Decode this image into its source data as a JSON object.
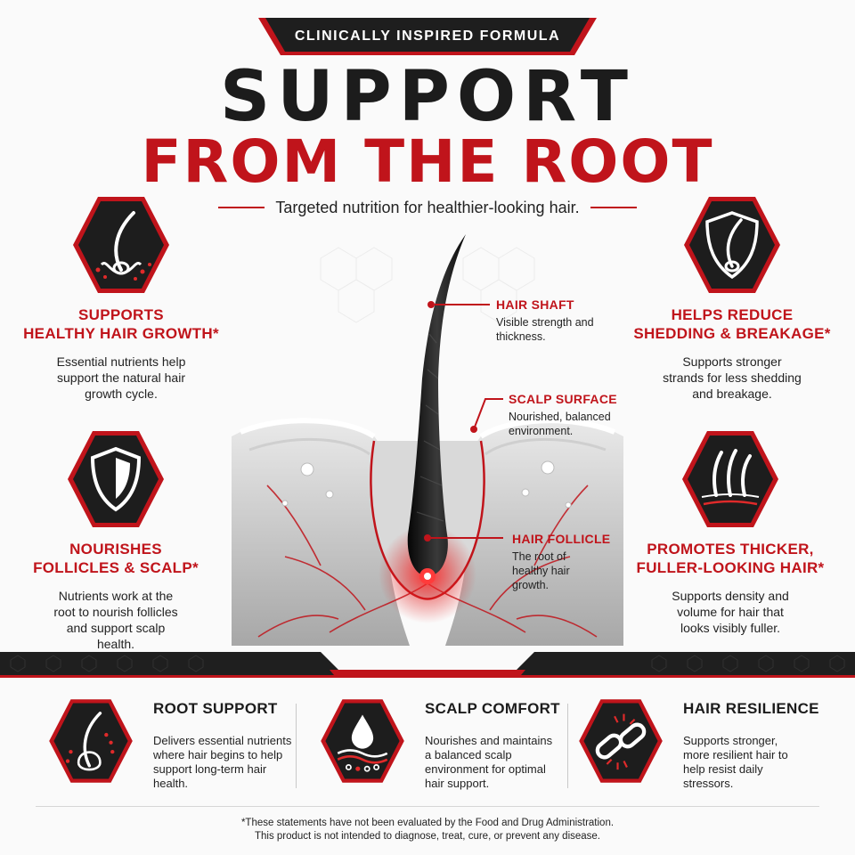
{
  "badge": {
    "text": "CLINICALLY INSPIRED FORMULA"
  },
  "title": {
    "line1": "SUPPORT",
    "line2": "FROM THE ROOT"
  },
  "tagline": "Targeted nutrition for healthier-looking hair.",
  "features_left": [
    {
      "icon": "hair-follicle-icon",
      "title_line1": "SUPPORTS",
      "title_line2": "HEALTHY HAIR GROWTH*",
      "desc": "Essential nutrients help support the natural hair growth cycle."
    },
    {
      "icon": "shield-icon",
      "title_line1": "NOURISHES",
      "title_line2": "FOLLICLES & SCALP*",
      "desc": "Nutrients work at the root to nourish follicles and support scalp health."
    }
  ],
  "features_right": [
    {
      "icon": "hair-shield-icon",
      "title_line1": "HELPS REDUCE",
      "title_line2": "SHEDDING & BREAKAGE*",
      "desc": "Supports stronger strands for less shedding and breakage."
    },
    {
      "icon": "thick-hair-strands-icon",
      "title_line1": "PROMOTES THICKER,",
      "title_line2": "FULLER-LOOKING HAIR*",
      "desc": "Supports density and volume for hair that looks visibly fuller."
    }
  ],
  "callouts": [
    {
      "title": "HAIR SHAFT",
      "desc": "Visible strength and thickness."
    },
    {
      "title": "SCALP SURFACE",
      "desc": "Nourished, balanced environment."
    },
    {
      "title": "HAIR FOLLICLE",
      "desc": "The root of healthy hair growth."
    }
  ],
  "bottom": [
    {
      "icon": "root-support-icon",
      "title": "ROOT SUPPORT",
      "desc": "Delivers essential nutrients where hair begins to help support long-term hair health."
    },
    {
      "icon": "droplet-scalp-icon",
      "title": "SCALP COMFORT",
      "desc": "Nourishes and maintains a balanced scalp environment for optimal hair support."
    },
    {
      "icon": "broken-chain-icon",
      "title": "HAIR RESILIENCE",
      "desc": "Supports stronger, more resilient hair to help resist daily stressors."
    }
  ],
  "disclaimer": {
    "line1": "*These statements have not been evaluated by the Food and Drug Administration.",
    "line2": "This product is not intended to diagnose, treat, cure, or prevent any disease."
  },
  "colors": {
    "accent": "#c0141b",
    "dark": "#1c1c1c",
    "background": "#fafafa"
  }
}
